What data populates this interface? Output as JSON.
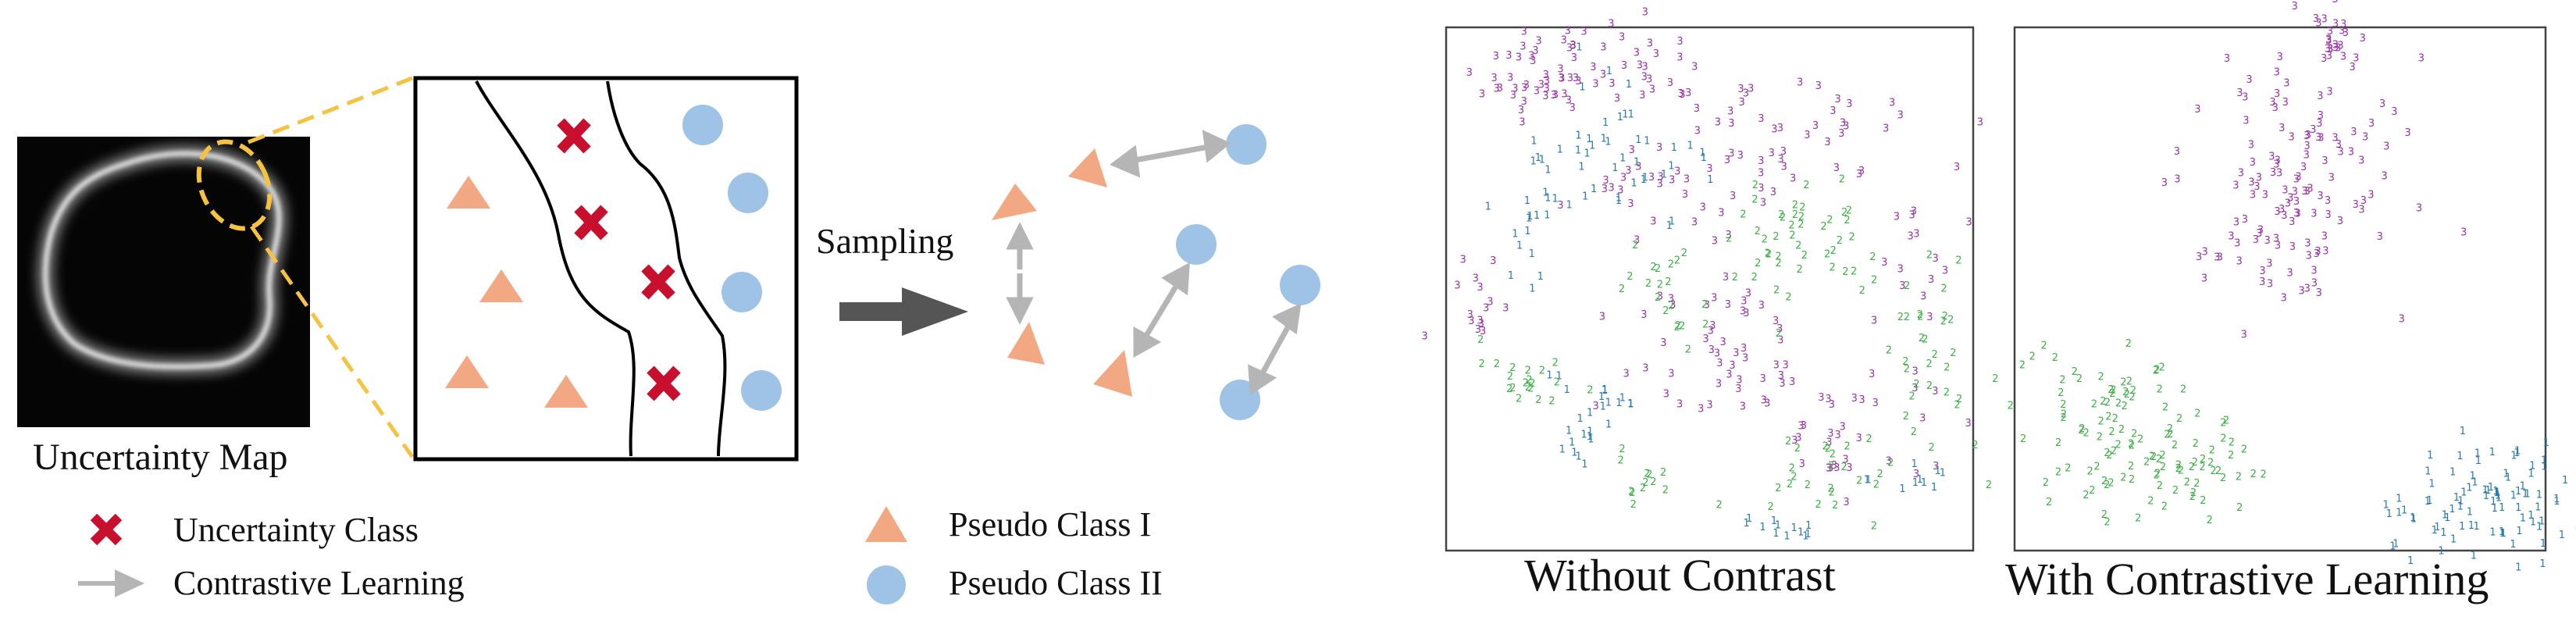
{
  "uncertainty_map": {
    "caption": "Uncertainty Map"
  },
  "sampling": {
    "label": "Sampling"
  },
  "legend": {
    "items": [
      {
        "label": "Uncertainty Class",
        "icon": "red-cross-icon",
        "color": "#c8102e"
      },
      {
        "label": "Contrastive Learning",
        "icon": "gray-arrow-icon",
        "color": "#b5b5b5"
      },
      {
        "label": "Pseudo Class I",
        "icon": "orange-triangle-icon",
        "color": "#f2a883"
      },
      {
        "label": "Pseudo Class II",
        "icon": "blue-circle-icon",
        "color": "#9fc3e6"
      }
    ]
  },
  "tsne_plots": [
    {
      "caption": "Without Contrast"
    },
    {
      "caption": "With Contrastive Learning"
    }
  ],
  "colors": {
    "class1": "#2a7ab0",
    "class2": "#3cb043",
    "class3": "#9b30a8",
    "highlight": "#f5c242"
  }
}
